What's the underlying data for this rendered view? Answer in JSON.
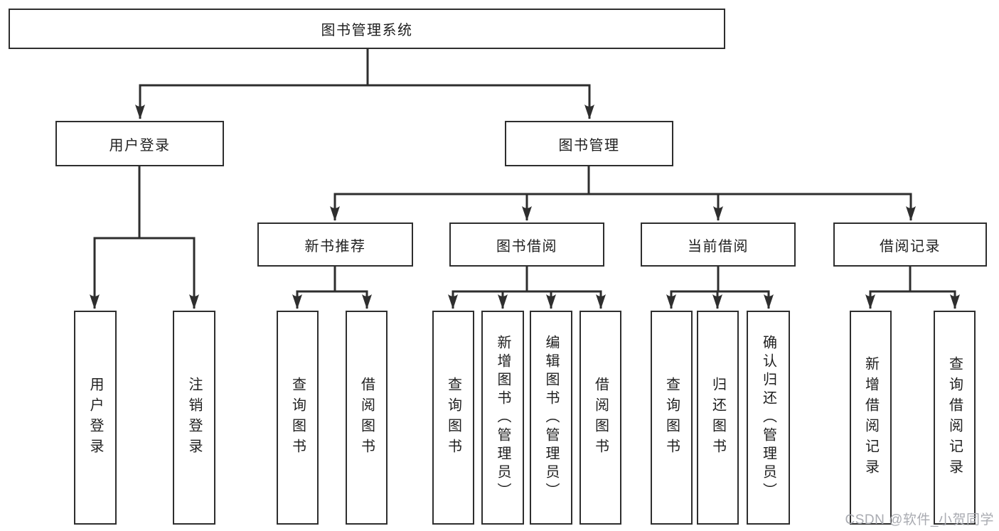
{
  "tree": {
    "root": {
      "label": "图书管理系统"
    },
    "branches": [
      {
        "label": "用户登录",
        "children": [
          {
            "label": "用户登录"
          },
          {
            "label": "注销登录"
          }
        ]
      },
      {
        "label": "图书管理",
        "children": [
          {
            "label": "新书推荐",
            "children": [
              {
                "label": "查询图书"
              },
              {
                "label": "借阅图书"
              }
            ]
          },
          {
            "label": "图书借阅",
            "children": [
              {
                "label": "查询图书"
              },
              {
                "label": "新增图书（管理员）"
              },
              {
                "label": "编辑图书（管理员）"
              },
              {
                "label": "借阅图书"
              }
            ]
          },
          {
            "label": "当前借阅",
            "children": [
              {
                "label": "查询图书"
              },
              {
                "label": "归还图书"
              },
              {
                "label": "确认归还（管理员）"
              }
            ]
          },
          {
            "label": "借阅记录",
            "children": [
              {
                "label": "新增借阅记录"
              },
              {
                "label": "查询借阅记录"
              }
            ]
          }
        ]
      }
    ]
  },
  "watermark": {
    "text": "CSDN @软件_小贺同学"
  },
  "colors": {
    "line": "#2e2e2e",
    "box_border": "#2e2e2e",
    "text": "#1f1f1f",
    "watermark": "#a9abb1",
    "background": "#ffffff"
  }
}
